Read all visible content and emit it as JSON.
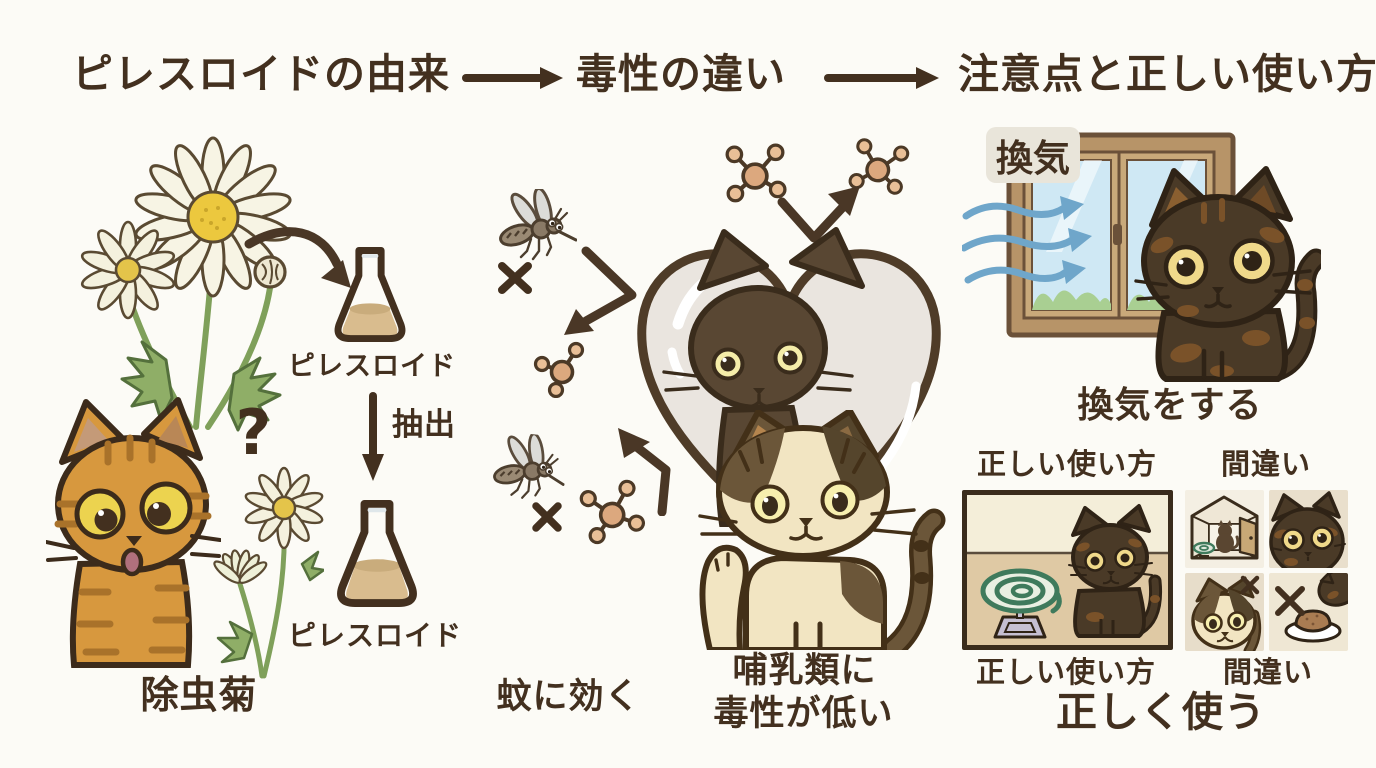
{
  "canvas": {
    "bg": "#fcfbf6"
  },
  "colors": {
    "ink": "#43301f",
    "cat_orange": "#d7983e",
    "cat_dark_tortie": "#4a3a27",
    "cat_dark_gray": "#594733",
    "calico_cream": "#f2e5c2",
    "heart_fill": "#eae5df",
    "molecule_tan": "#dca87e",
    "wind_blue": "#6fa6ca",
    "flask_liquid": "#d9bc8e",
    "leaf_green": "#8fae67",
    "coil_green": "#3f7a5c"
  },
  "header": {
    "step1": "ピレスロイドの由来",
    "step2": "毒性の違い",
    "step3": "注意点と正しい使い方"
  },
  "origin": {
    "flask1_label": "ピレスロイド",
    "extract_label": "抽出",
    "flask2_label": "ピレスロイド",
    "question_mark": "?",
    "caption": "除虫菊"
  },
  "toxicity": {
    "caption_mosquito": "蚊に効く",
    "caption_mammal_line1": "哺乳類に",
    "caption_mammal_line2": "毒性が低い"
  },
  "usage": {
    "vent_badge": "換気",
    "vent_caption": "換気をする",
    "correct_top": "正しい使い方",
    "wrong_top": "間違い",
    "correct_bottom": "正しい使い方",
    "wrong_bottom": "間違い",
    "caption": "正しく使う"
  },
  "icons": {
    "flow_arrow": "→",
    "x_mark": "×"
  }
}
